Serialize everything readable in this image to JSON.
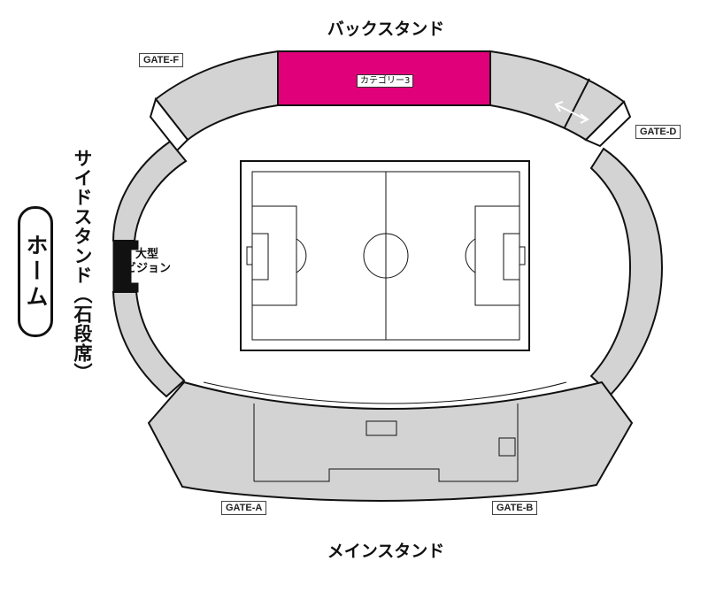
{
  "stands": {
    "back": "バックスタンド",
    "main": "メインスタンド",
    "side": "サイドスタンド（石段席）"
  },
  "home_label": "ホーム",
  "gates": {
    "f": "GATE-F",
    "d": "GATE-D",
    "a": "GATE-A",
    "b": "GATE-B"
  },
  "category_label": "カテゴリー3",
  "vision": {
    "line1": "大型",
    "line2": "ビジョン"
  },
  "colors": {
    "seat_gray": "#d3d3d3",
    "category_highlight": "#e0007a",
    "outline": "#111111"
  }
}
